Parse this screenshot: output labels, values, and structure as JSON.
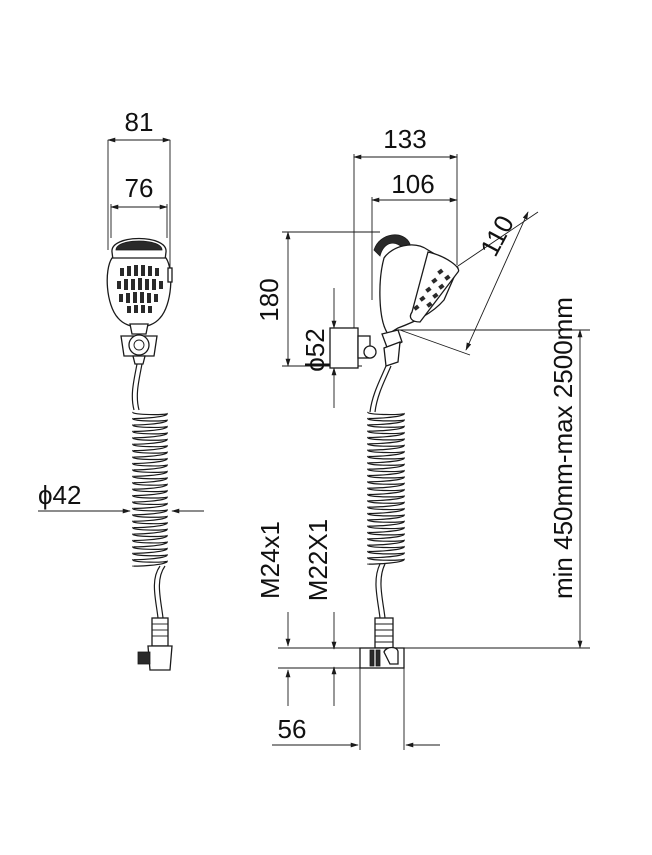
{
  "dimensions": {
    "front_width_outer": "81",
    "front_width_inner": "76",
    "hose_diameter": "ϕ42",
    "side_depth_total": "133",
    "side_depth_head": "106",
    "head_length": "110",
    "height": "180",
    "bracket_diameter": "ϕ52",
    "thread_1": "M24x1",
    "thread_2": "M22X1",
    "connector_length": "56",
    "hose_length_range": "min 450mm-max 2500mm"
  }
}
